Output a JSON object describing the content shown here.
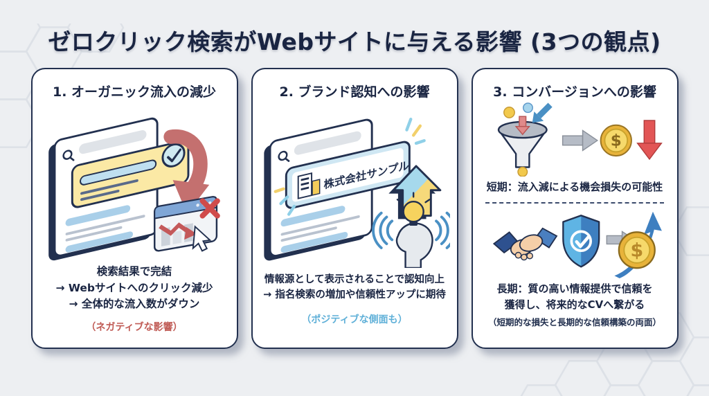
{
  "title": "ゼロクリック検索がWebサイトに与える影響 (3つの観点)",
  "cards": [
    {
      "heading": "1. オーガニック流入の減少",
      "lines": [
        "検索結果で完結",
        "→ Webサイトへのクリック減少",
        "→ 全体的な流入数がダウン"
      ],
      "caption": "（ネガティブな影響）"
    },
    {
      "heading": "2. ブランド認知への影響",
      "lines": [
        "情報源として表示されることで認知向上",
        "→ 指名検索の増加や信頼性アップに期待"
      ],
      "caption": "（ポジティブな側面も）",
      "sample_label": "株式会社サンプル"
    },
    {
      "heading": "3. コンバージョンへの影響",
      "short_term": "短期：流入減による機会損失の可能性",
      "long_term_lines": [
        "長期：質の高い情報提供で信頼を",
        "獲得し、将来的なCVへ繋がる"
      ],
      "caption": "（短期的な損失と長期的な信頼構築の両面）"
    }
  ],
  "colors": {
    "navy": "#22304f",
    "negative_red": "#c05b55",
    "positive_blue": "#5fb0d8",
    "highlight_yellow": "#fbe9a5",
    "gold_coin": "#e8b33a",
    "dusty_red_arrow": "#c4706f",
    "blue_arrow": "#3e7fc0"
  }
}
